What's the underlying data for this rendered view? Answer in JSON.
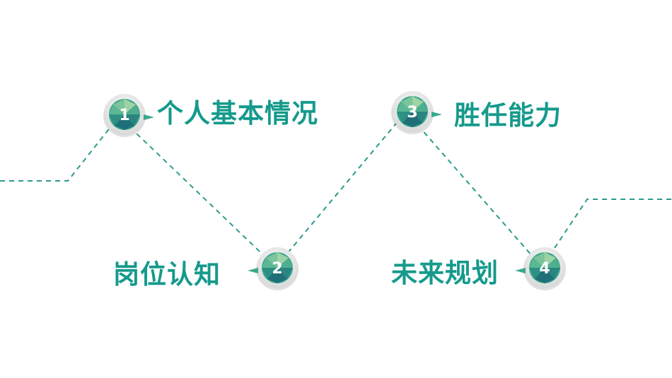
{
  "colors": {
    "accent": "#159a8c",
    "line": "#2a9a8c",
    "gem_light": "#9ed3a6",
    "gem_mid": "#3aa88c",
    "gem_dark": "#1f6f78"
  },
  "steps": [
    {
      "number": "1",
      "label": "个人基本情况"
    },
    {
      "number": "2",
      "label": "岗位认知"
    },
    {
      "number": "3",
      "label": "胜任能力"
    },
    {
      "number": "4",
      "label": "未来规划"
    }
  ]
}
